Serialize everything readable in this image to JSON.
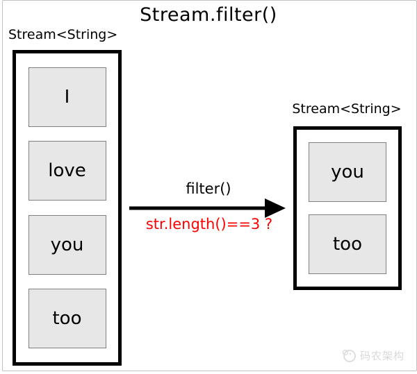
{
  "title": "Stream.filter()",
  "input_stream": {
    "label": "Stream<String>",
    "items": [
      "I",
      "love",
      "you",
      "too"
    ]
  },
  "operation": {
    "name": "filter()",
    "predicate": "str.length()==3 ?"
  },
  "output_stream": {
    "label": "Stream<String>",
    "items": [
      "you",
      "too"
    ]
  },
  "watermark": {
    "text": "码农架构"
  },
  "colors": {
    "item_fill": "#e7e7e7",
    "item_border": "#808080",
    "outline": "#000000",
    "predicate_text": "#ff0000",
    "watermark_text": "#d9d9d9",
    "frame": "#c2c2c2"
  }
}
